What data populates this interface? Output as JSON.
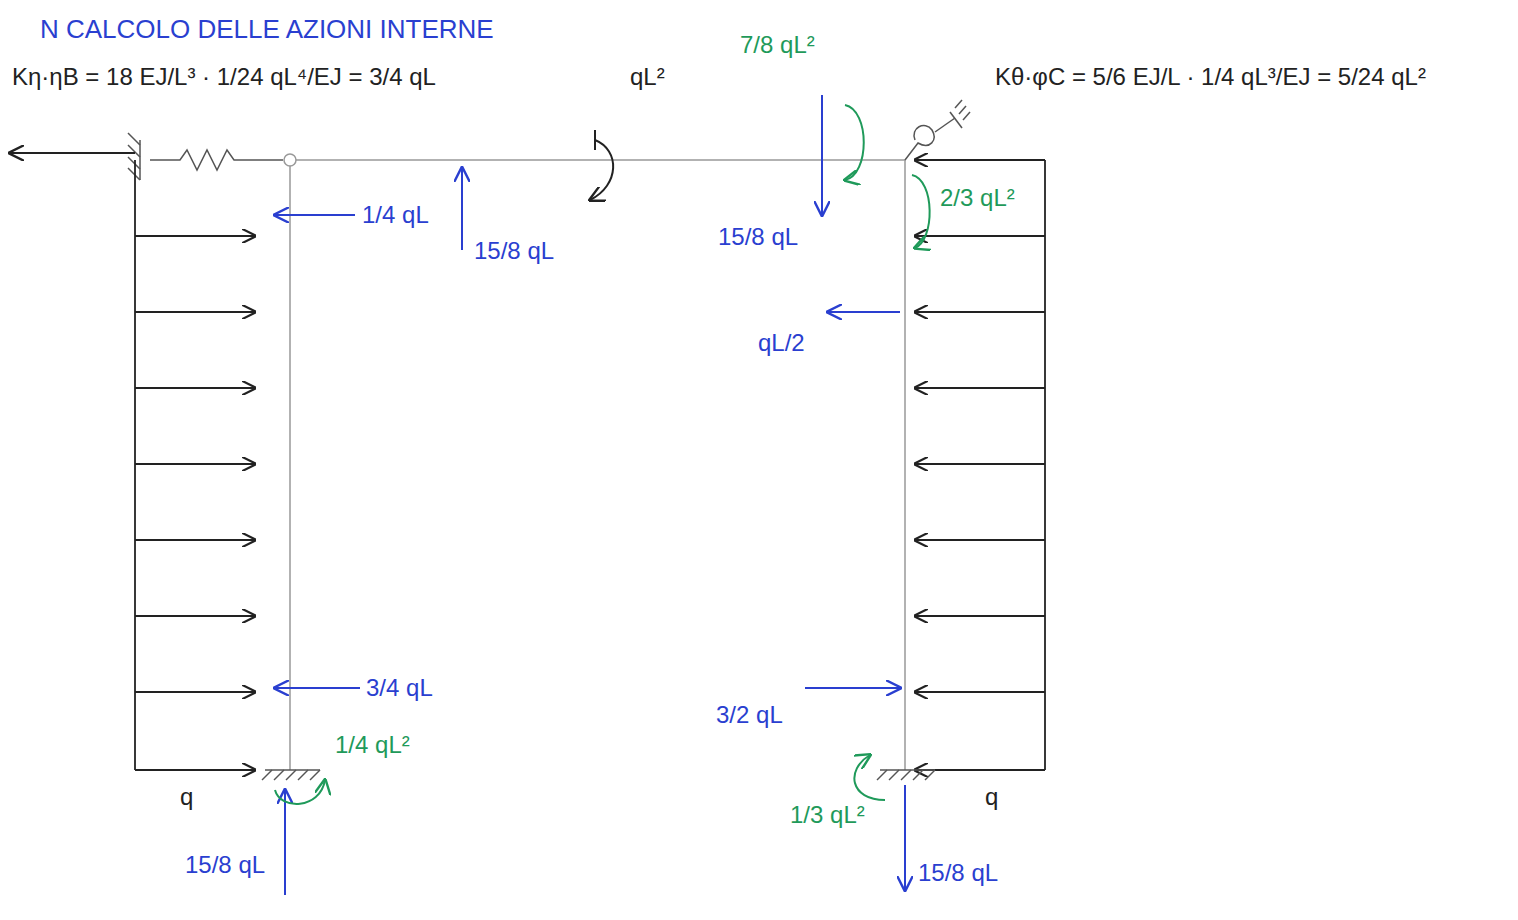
{
  "diagram": {
    "title": "N CALCOLO DELLE AZIONI INTERNE",
    "labels": [
      "Kη·ηB = 18 EJ/L³ · 1/24 qL⁴/EJ = 3/4 qL",
      "qL²",
      "7/8 qL²",
      "Kθ·φC = 5/6 EJ/L · 1/4 qL³/EJ = 5/24 qL²",
      "1/4 qL",
      "15/8 qL",
      "15/8 qL",
      "2/3 qL²",
      "qL/2",
      "3/4 qL",
      "3/2 qL",
      "1/4 qL²",
      "1/3 qL²",
      "q",
      "q",
      "15/8 qL",
      "15/8 qL"
    ]
  }
}
